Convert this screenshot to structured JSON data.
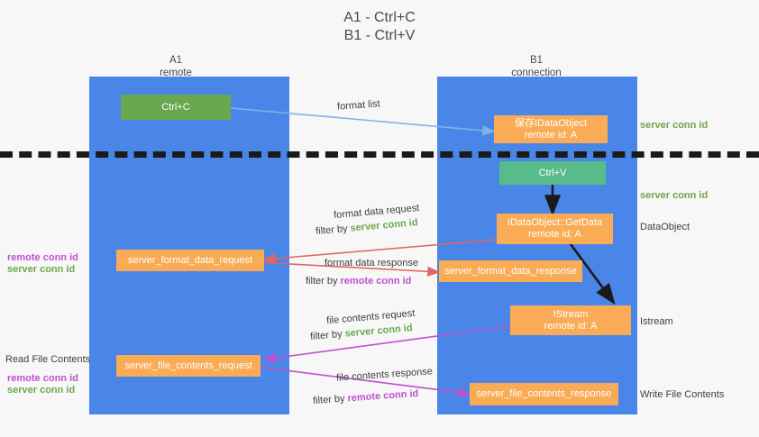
{
  "title": {
    "line1": "A1 - Ctrl+C",
    "line2": "B1 - Ctrl+V"
  },
  "lanes": [
    {
      "id": "a1",
      "name": "A1",
      "role": "remote"
    },
    {
      "id": "b1",
      "name": "B1",
      "role": "connection"
    }
  ],
  "nodes": [
    {
      "id": "ctrl-c",
      "line1": "Ctrl+C",
      "line2": ""
    },
    {
      "id": "save-idataobject",
      "line1": "保存IDataObject",
      "line2": "remote id: A"
    },
    {
      "id": "ctrl-v",
      "line1": "Ctrl+V",
      "line2": ""
    },
    {
      "id": "idataobject-getdata",
      "line1": "IDataObject::GetData",
      "line2": "remote id: A"
    },
    {
      "id": "server-format-data-request",
      "line1": "server_format_data_request",
      "line2": ""
    },
    {
      "id": "server-format-data-response",
      "line1": "server_format_data_response",
      "line2": ""
    },
    {
      "id": "istream",
      "line1": "IStream",
      "line2": "remote id: A"
    },
    {
      "id": "server-file-contents-request",
      "line1": "server_file_contents_request",
      "line2": ""
    },
    {
      "id": "server-file-contents-response",
      "line1": "server_file_contents_response",
      "line2": ""
    }
  ],
  "edges": [
    {
      "id": "format-list",
      "label": "format list",
      "filter_prefix": "",
      "filter_value": ""
    },
    {
      "id": "format-data-request",
      "label": "format data request",
      "filter_prefix": "filter by",
      "filter_value": "server conn id"
    },
    {
      "id": "format-data-response",
      "label": "format data response",
      "filter_prefix": "filter by",
      "filter_value": "remote conn id"
    },
    {
      "id": "file-contents-request",
      "label": "file contents request",
      "filter_prefix": "filter by",
      "filter_value": "server conn id"
    },
    {
      "id": "file-contents-response",
      "label": "file contents response",
      "filter_prefix": "filter by",
      "filter_value": "remote conn id"
    }
  ],
  "right_labels": [
    {
      "id": "server-conn-id-top",
      "text": "server conn id",
      "style": "green"
    },
    {
      "id": "server-conn-id-second",
      "text": "server conn id",
      "style": "green"
    },
    {
      "id": "dataobject",
      "text": "DataObject",
      "style": "dark"
    },
    {
      "id": "istream-label",
      "text": "Istream",
      "style": "dark"
    },
    {
      "id": "write-file-contents",
      "text": "Write File Contents",
      "style": "dark"
    }
  ],
  "left_labels": [
    {
      "id": "remote-conn-id-mid",
      "text": "remote conn id",
      "style": "purple"
    },
    {
      "id": "server-conn-id-mid",
      "text": "server conn id",
      "style": "green"
    },
    {
      "id": "read-file-contents",
      "text": "Read File Contents",
      "style": "dark"
    },
    {
      "id": "remote-conn-id-bot",
      "text": "remote conn id",
      "style": "purple"
    },
    {
      "id": "server-conn-id-bot",
      "text": "server conn id",
      "style": "green"
    }
  ],
  "colors": {
    "lane": "#4a86e8",
    "green_node": "#6aa84f",
    "green_node_alt": "#57bb8a",
    "orange_node": "#f9ab55",
    "green_text": "#6aa84f",
    "purple_text": "#c050d0",
    "arrow_blue": "#7fb2e5",
    "arrow_red": "#e06666",
    "arrow_magenta": "#c050d0",
    "arrow_black": "#1a1a1a",
    "divider": "#1a1a1a",
    "background": "#f7f7f7"
  }
}
